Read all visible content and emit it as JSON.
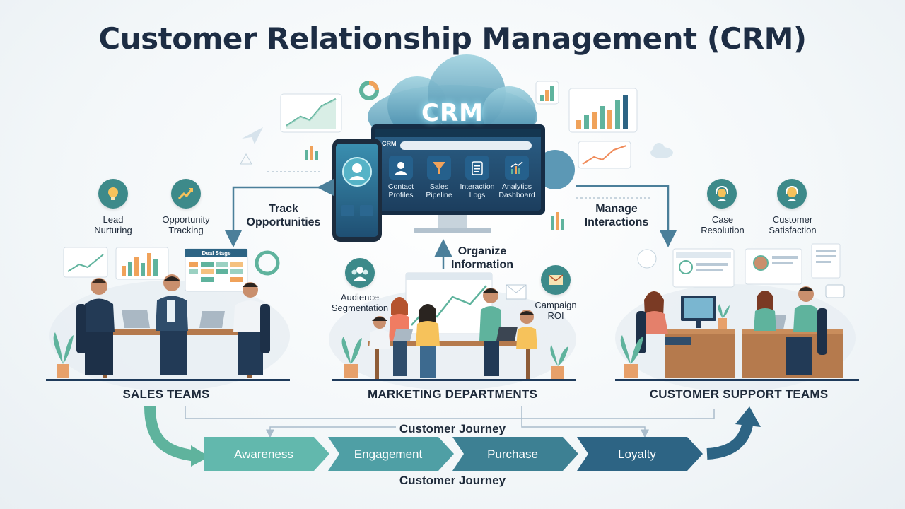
{
  "title": "Customer Relationship Management (CRM)",
  "crm": {
    "cloud_label": "CRM",
    "monitor_logo": "CRM",
    "modules": [
      {
        "icon": "user-icon",
        "label": "Contact Profiles"
      },
      {
        "icon": "funnel-icon",
        "label": "Sales Pipeline"
      },
      {
        "icon": "clipboard-icon",
        "label": "Interaction Logs"
      },
      {
        "icon": "chart-icon",
        "label": "Analytics Dashboard"
      }
    ]
  },
  "flows": {
    "track": "Track Opportunities",
    "manage": "Manage Interactions",
    "organize": "Organize Information"
  },
  "sales": {
    "title": "SALES TEAMS",
    "features": [
      {
        "icon": "lightbulb-icon",
        "label": "Lead Nurturing"
      },
      {
        "icon": "trend-up-icon",
        "label": "Opportunity Tracking"
      }
    ],
    "board_title": "Deal Stage"
  },
  "marketing": {
    "title": "MARKETING DEPARTMENTS",
    "features": [
      {
        "icon": "audience-icon",
        "label": "Audience Segmentation"
      },
      {
        "icon": "envelope-icon",
        "label": "Campaign ROI"
      }
    ]
  },
  "support": {
    "title": "CUSTOMER SUPPORT TEAMS",
    "features": [
      {
        "icon": "headset-icon",
        "label": "Case Resolution"
      },
      {
        "icon": "satisfaction-icon",
        "label": "Customer Satisfaction"
      }
    ]
  },
  "journey": {
    "top_label": "Customer Journey",
    "bottom_label": "Customer Journey",
    "stages": [
      "Awareness",
      "Engagement",
      "Purchase",
      "Loyalty"
    ],
    "colors": [
      "#62b8ad",
      "#4f9fa5",
      "#3d8093",
      "#2d6484"
    ]
  },
  "colors": {
    "title": "#1d2d44",
    "navy": "#1e3a5a",
    "teal": "#4aa39d",
    "connector": "#4b7f9a"
  }
}
